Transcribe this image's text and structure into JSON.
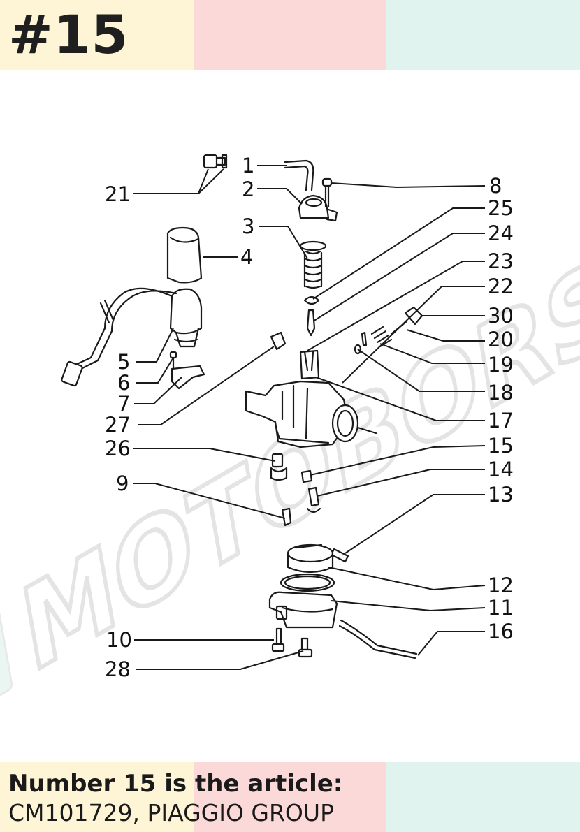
{
  "header": {
    "part_number": "#15"
  },
  "diagram": {
    "watermark": "MOTOBORSA",
    "callouts": [
      "1",
      "2",
      "3",
      "4",
      "5",
      "6",
      "7",
      "8",
      "9",
      "10",
      "11",
      "12",
      "13",
      "14",
      "15",
      "16",
      "17",
      "18",
      "19",
      "20",
      "21",
      "22",
      "23",
      "24",
      "25",
      "26",
      "27",
      "28",
      "30"
    ]
  },
  "caption": {
    "title": "Number 15 is the article:",
    "body": "CM101729, PIAGGIO GROUP"
  },
  "colors": {
    "band_yellow": "#fdf5d6",
    "band_pink": "#fad9d8",
    "band_mint": "#e1f3ee"
  }
}
